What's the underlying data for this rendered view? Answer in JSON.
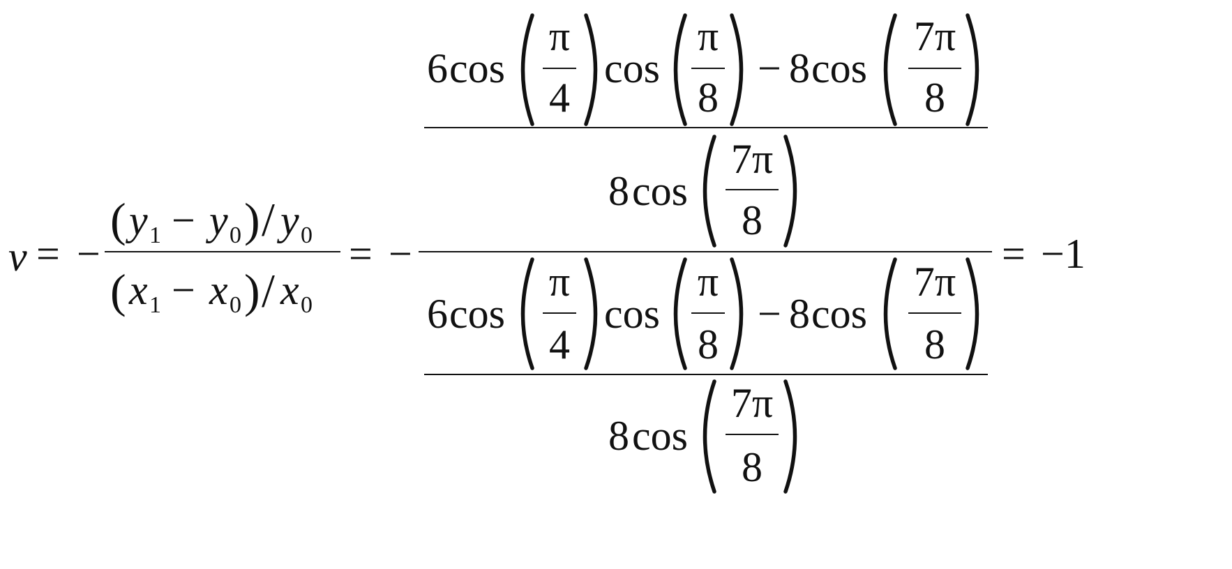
{
  "equation": {
    "lhs_var": "v",
    "eq": "=",
    "neg": "−",
    "frac1": {
      "num": {
        "y": "y",
        "sub1": "1",
        "minus": "−",
        "sub0": "0",
        "slash": "/"
      },
      "den": {
        "x": "x",
        "sub1": "1",
        "minus": "−",
        "sub0": "0",
        "slash": "/"
      }
    },
    "big": {
      "num_a": {
        "coef6": "6",
        "cos": "cos",
        "pi": "π",
        "four": "4",
        "eight": "8",
        "minus": "−",
        "coef8": "8",
        "seven_pi": "7π"
      },
      "den_a": {
        "coef8": "8",
        "cos": "cos",
        "seven_pi": "7π",
        "eight": "8"
      },
      "num_b": {
        "coef6": "6",
        "cos": "cos",
        "pi": "π",
        "four": "4",
        "eight": "8",
        "minus": "−",
        "coef8": "8",
        "seven_pi": "7π"
      },
      "den_b": {
        "coef8": "8",
        "cos": "cos",
        "seven_pi": "7π",
        "eight": "8"
      }
    },
    "result": "−1"
  }
}
